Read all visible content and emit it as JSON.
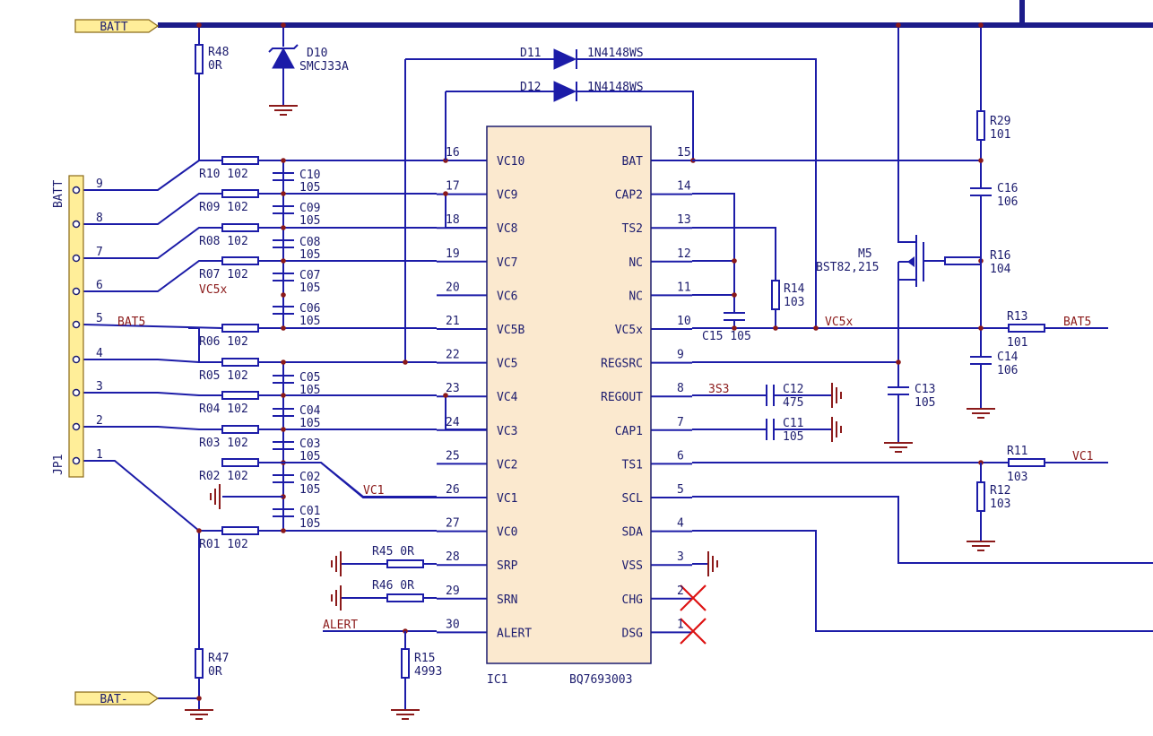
{
  "colors": {
    "wire": "#1c1ca8",
    "net_label": "#8b1a1a",
    "ic_fill": "#fbe9cf",
    "port_fill": "#ffee99",
    "no_connect": "#dd1111",
    "ground": "#8b1a1a"
  },
  "ports": {
    "batt_plus": "BATT",
    "batt_minus": "BAT-"
  },
  "connector": {
    "ref": "JP1",
    "name": "BATT",
    "pins": [
      "9",
      "8",
      "7",
      "6",
      "5",
      "4",
      "3",
      "2",
      "1"
    ]
  },
  "ic": {
    "ref": "IC1",
    "part": "BQ7693003",
    "left_pins": [
      {
        "num": "16",
        "name": "VC10"
      },
      {
        "num": "17",
        "name": "VC9"
      },
      {
        "num": "18",
        "name": "VC8"
      },
      {
        "num": "19",
        "name": "VC7"
      },
      {
        "num": "20",
        "name": "VC6"
      },
      {
        "num": "21",
        "name": "VC5B"
      },
      {
        "num": "22",
        "name": "VC5"
      },
      {
        "num": "23",
        "name": "VC4"
      },
      {
        "num": "24",
        "name": "VC3"
      },
      {
        "num": "25",
        "name": "VC2"
      },
      {
        "num": "26",
        "name": "VC1"
      },
      {
        "num": "27",
        "name": "VC0"
      },
      {
        "num": "28",
        "name": "SRP"
      },
      {
        "num": "29",
        "name": "SRN"
      },
      {
        "num": "30",
        "name": "ALERT"
      }
    ],
    "right_pins": [
      {
        "num": "15",
        "name": "BAT"
      },
      {
        "num": "14",
        "name": "CAP2"
      },
      {
        "num": "13",
        "name": "TS2"
      },
      {
        "num": "12",
        "name": "NC"
      },
      {
        "num": "11",
        "name": "NC"
      },
      {
        "num": "10",
        "name": "VC5x"
      },
      {
        "num": "9",
        "name": "REGSRC"
      },
      {
        "num": "8",
        "name": "REGOUT"
      },
      {
        "num": "7",
        "name": "CAP1"
      },
      {
        "num": "6",
        "name": "TS1"
      },
      {
        "num": "5",
        "name": "SCL"
      },
      {
        "num": "4",
        "name": "SDA"
      },
      {
        "num": "3",
        "name": "VSS"
      },
      {
        "num": "2",
        "name": "CHG"
      },
      {
        "num": "1",
        "name": "DSG"
      }
    ]
  },
  "resistors": [
    {
      "ref": "R10",
      "value": "102"
    },
    {
      "ref": "R09",
      "value": "102"
    },
    {
      "ref": "R08",
      "value": "102"
    },
    {
      "ref": "R07",
      "value": "102"
    },
    {
      "ref": "R06",
      "value": "102"
    },
    {
      "ref": "R05",
      "value": "102"
    },
    {
      "ref": "R04",
      "value": "102"
    },
    {
      "ref": "R03",
      "value": "102"
    },
    {
      "ref": "R02",
      "value": "102"
    },
    {
      "ref": "R01",
      "value": "102"
    },
    {
      "ref": "R48",
      "value": "0R"
    },
    {
      "ref": "R47",
      "value": "0R"
    },
    {
      "ref": "R45",
      "value": "0R"
    },
    {
      "ref": "R46",
      "value": "0R"
    },
    {
      "ref": "R15",
      "value": "4993"
    },
    {
      "ref": "R14",
      "value": "103"
    },
    {
      "ref": "R29",
      "value": "101"
    },
    {
      "ref": "R16",
      "value": "104"
    },
    {
      "ref": "R13",
      "value": "101"
    },
    {
      "ref": "R11",
      "value": "103"
    },
    {
      "ref": "R12",
      "value": "103"
    }
  ],
  "capacitors": [
    {
      "ref": "C10",
      "value": "105"
    },
    {
      "ref": "C09",
      "value": "105"
    },
    {
      "ref": "C08",
      "value": "105"
    },
    {
      "ref": "C07",
      "value": "105"
    },
    {
      "ref": "C06",
      "value": "105"
    },
    {
      "ref": "C05",
      "value": "105"
    },
    {
      "ref": "C04",
      "value": "105"
    },
    {
      "ref": "C03",
      "value": "105"
    },
    {
      "ref": "C02",
      "value": "105"
    },
    {
      "ref": "C01",
      "value": "105"
    },
    {
      "ref": "C15",
      "value": "105"
    },
    {
      "ref": "C16",
      "value": "106"
    },
    {
      "ref": "C14",
      "value": "106"
    },
    {
      "ref": "C12",
      "value": "475"
    },
    {
      "ref": "C11",
      "value": "105"
    },
    {
      "ref": "C13",
      "value": "105"
    }
  ],
  "diodes": [
    {
      "ref": "D10",
      "part": "SMCJ33A"
    },
    {
      "ref": "D11",
      "part": "1N4148WS"
    },
    {
      "ref": "D12",
      "part": "1N4148WS"
    }
  ],
  "mosfet": {
    "ref": "M5",
    "part": "BST82,215"
  },
  "net_labels": {
    "bat5_left": "BAT5",
    "vc5x_left": "VC5x",
    "vc1_left": "VC1",
    "alert": "ALERT",
    "vc5x_right": "VC5x",
    "bat5_right": "BAT5",
    "reg_3v3": "3S3",
    "vc1_right": "VC1"
  },
  "no_connect_icon": "no-connect-cross-icon",
  "ground_icon": "ground-icon"
}
